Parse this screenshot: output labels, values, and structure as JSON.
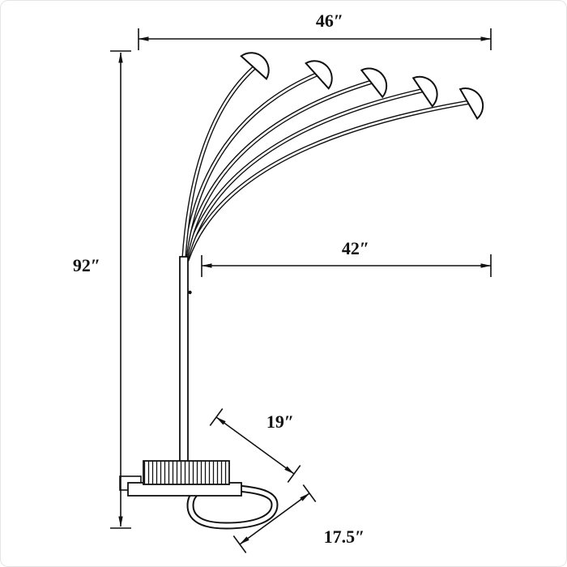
{
  "diagram": {
    "subject": "five-arm arc floor lamp dimension drawing",
    "background": "#ffffff",
    "line_color": "#111111"
  },
  "labels": {
    "overall_width": "46″",
    "overall_height": "92″",
    "arm_span": "42″",
    "base_depth": "19″",
    "base_width": "17.5″"
  }
}
